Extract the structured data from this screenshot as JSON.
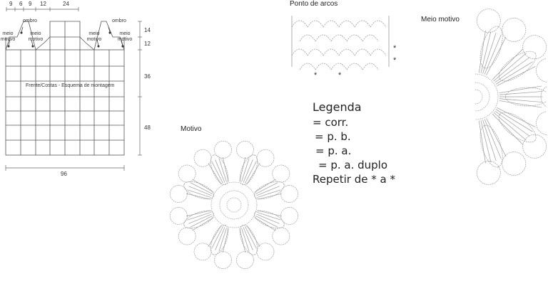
{
  "schema": {
    "top_widths": [
      "9",
      "6",
      "9",
      "12",
      "24"
    ],
    "right_heights": [
      "14",
      "12",
      "36",
      "48"
    ],
    "bottom_width": "96",
    "caption": "Frente/Costas - Esquema de montagem",
    "labels": {
      "ombro_left": "ombro",
      "ombro_right": "ombro",
      "meio_motivo": "meio motivo"
    }
  },
  "ponto_de_arcos": {
    "title": "Ponto de arcos",
    "star": "*"
  },
  "motivo": {
    "title": "Motivo"
  },
  "meio_motivo": {
    "title": "Meio motivo"
  },
  "legend": {
    "title": "Legenda",
    "items": [
      "= corr.",
      "= p. b.",
      "= p. a.",
      "=  p.  a.  duplo"
    ],
    "repeat": "Repetir de * a *"
  },
  "colors": {
    "stitch": "#9a9a9a",
    "grid": "#555555"
  }
}
